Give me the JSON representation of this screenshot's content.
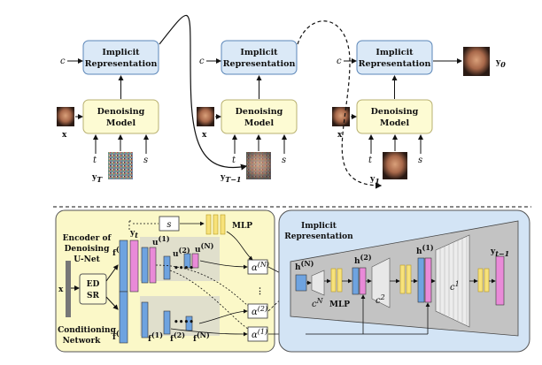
{
  "colors": {
    "blue_box": "#dbe9f7",
    "blue_box_stroke": "#5b86b8",
    "yellow_box": "#fdfbd3",
    "yellow_box_stroke": "#b8b070",
    "encoder_panel": "#fbf8c8",
    "implicit_panel": "#d3e4f5",
    "feature_blue": "#6ea3e0",
    "feature_pink": "#e98ad8",
    "mlp_yellow": "#f7e27a",
    "gray_region": "#bfbfbf"
  },
  "top": {
    "col1": {
      "c": "c",
      "implicit_l1": "Implicit",
      "implicit_l2": "Representation",
      "denoise_l1": "Denoising",
      "denoise_l2": "Model",
      "x": "x",
      "t": "t",
      "s": "s",
      "y": "y",
      "y_sub": "T"
    },
    "col2": {
      "c": "c",
      "implicit_l1": "Implicit",
      "implicit_l2": "Representation",
      "denoise_l1": "Denoising",
      "denoise_l2": "Model",
      "x": "x",
      "t": "t",
      "s": "s",
      "y": "y",
      "y_sub": "T−1"
    },
    "col3": {
      "c": "c",
      "implicit_l1": "Implicit",
      "implicit_l2": "Representation",
      "denoise_l1": "Denoising",
      "denoise_l2": "Model",
      "x": "x",
      "t": "t",
      "s": "s",
      "y": "y",
      "y_sub": "1"
    },
    "output": {
      "y": "y",
      "y_sub": "0"
    }
  },
  "bottom": {
    "encoder_title_l1": "Encoder of",
    "encoder_title_l2": "Denoising",
    "encoder_title_l3": "U-Net",
    "conditioning_l1": "Conditioning",
    "conditioning_l2": "Network",
    "f0": "f",
    "f0_sup": "(0)",
    "x": "x",
    "ed": "ED",
    "sr": "SR",
    "s_box": "s",
    "mlp_top": "MLP",
    "yt": "y",
    "yt_sub": "t",
    "u1": "u",
    "u1_sup": "(1)",
    "u2": "u",
    "u2_sup": "(2)",
    "uN": "u",
    "uN_sup": "(N)",
    "f1": "f",
    "f1_sup": "(1)",
    "f2": "f",
    "f2_sup": "(2)",
    "fN": "f",
    "fN_sup": "(N)",
    "alphaN": "α",
    "alphaN_sup": "(N)",
    "alpha2": "α",
    "alpha2_sup": "(2)",
    "alpha1": "α",
    "alpha1_sup": "(1)",
    "dots": "⋮",
    "implicit_title_l1": "Implicit",
    "implicit_title_l2": "Representation",
    "hN": "h",
    "hN_sup": "(N)",
    "h2": "h",
    "h2_sup": "(2)",
    "h1": "h",
    "h1_sup": "(1)",
    "cN": "c",
    "cN_sup": "N",
    "c2": "c",
    "c2_sup": "2",
    "c1": "c",
    "c1_sup": "1",
    "mlp_bottom": "MLP",
    "yt1": "y",
    "yt1_sub": "t−1"
  }
}
